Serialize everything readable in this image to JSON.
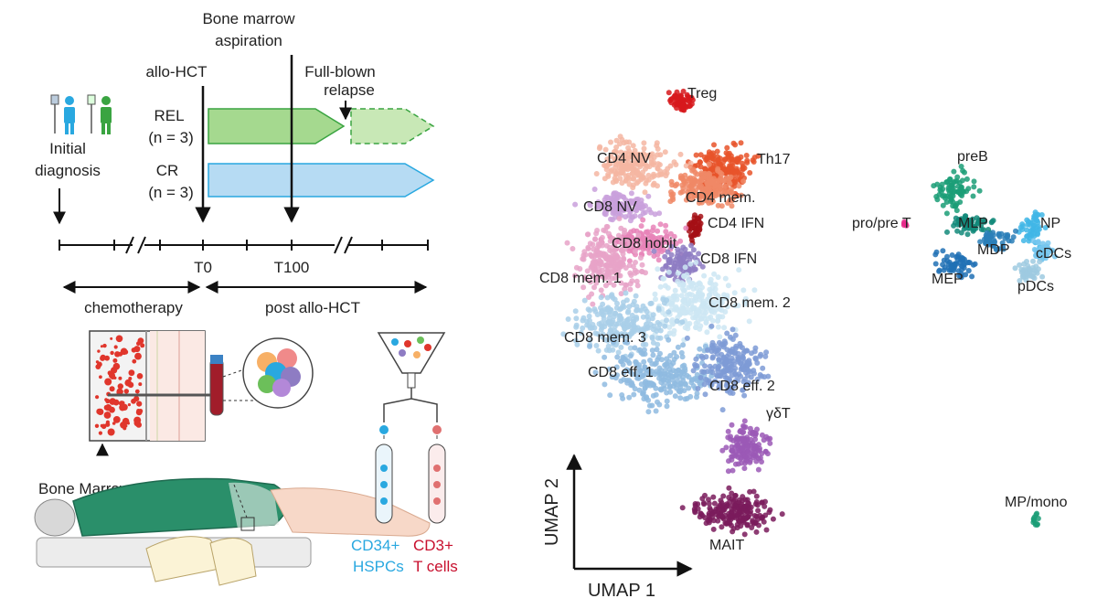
{
  "timeline": {
    "bone_marrow": "Bone marrow",
    "aspiration": "aspiration",
    "allo_hct": "allo-HCT",
    "full_blown": "Full-blown",
    "relapse": "relapse",
    "initial": "Initial",
    "diagnosis": "diagnosis",
    "rel": "REL",
    "rel_n": "(n = 3)",
    "cr": "CR",
    "cr_n": "(n = 3)",
    "t0": "T0",
    "t100": "T100",
    "chemotherapy": "chemotherapy",
    "post_allo": "post allo-HCT"
  },
  "illustration": {
    "bone_marrow_label": "Bone Marrow",
    "cd34": "CD34+",
    "hspcs": "HSPCs",
    "cd3": "CD3+",
    "t_cells": "T cells",
    "colors": {
      "cd34": "#29a8e0",
      "cd3": "#c8102e",
      "green": "#1f8a6d"
    }
  },
  "umap": {
    "axis_x": "UMAP 1",
    "axis_y": "UMAP 2",
    "clusters": [
      {
        "name": "Treg",
        "color": "#d7191c"
      },
      {
        "name": "Th17",
        "color": "#e8542a"
      },
      {
        "name": "CD4 NV",
        "color": "#f4b6a2"
      },
      {
        "name": "CD4 mem.",
        "color": "#f08866"
      },
      {
        "name": "CD8 NV",
        "color": "#c9a0dc"
      },
      {
        "name": "CD4 IFN",
        "color": "#a50f15"
      },
      {
        "name": "CD8 hobit",
        "color": "#e884b8"
      },
      {
        "name": "CD8 IFN",
        "color": "#8e7cc3"
      },
      {
        "name": "CD8 mem. 1",
        "color": "#e7a3c8"
      },
      {
        "name": "CD8 mem. 2",
        "color": "#cde6f3"
      },
      {
        "name": "CD8 mem. 3",
        "color": "#a9cfe9"
      },
      {
        "name": "CD8 eff. 1",
        "color": "#8fbbe0"
      },
      {
        "name": "CD8 eff. 2",
        "color": "#7e9bd6"
      },
      {
        "name": "γδT",
        "color": "#9b59b6"
      },
      {
        "name": "MAIT",
        "color": "#7a1b5c"
      },
      {
        "name": "preB",
        "color": "#1b9e77"
      },
      {
        "name": "pro/pre T",
        "color": "#e7298a"
      },
      {
        "name": "MLP",
        "color": "#138a7a"
      },
      {
        "name": "NP",
        "color": "#41b6e6"
      },
      {
        "name": "MDP",
        "color": "#2c7fb8"
      },
      {
        "name": "cDCs",
        "color": "#74c5ee"
      },
      {
        "name": "MEP",
        "color": "#2171b5"
      },
      {
        "name": "pDCs",
        "color": "#9ecae1"
      },
      {
        "name": "MP/mono",
        "color": "#1b9e77"
      }
    ]
  }
}
